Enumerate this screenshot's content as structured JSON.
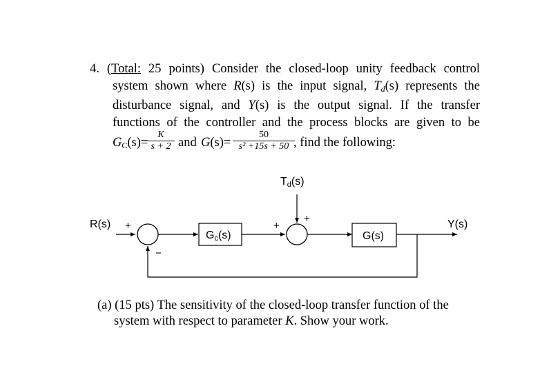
{
  "problem": {
    "number": "4.",
    "lines": [
      "(Total: 25 points) Consider the closed-loop unity feedback control",
      "system shown where R(s) is the input signal, Td(s) represents the",
      "disturbance signal, and Y(s) is the output signal. If the transfer",
      "functions of the controller and the process blocks are given to be"
    ],
    "total_prefix": "(",
    "total_underlined": "Total:",
    "total_suffix": " 25 points) Consider the closed-loop unity feedback control",
    "line2_a": "system shown where ",
    "line2_R": "R",
    "line2_s1": "(s)",
    "line2_b": " is the input signal, ",
    "line2_T": "T",
    "line2_d": "d",
    "line2_s2": "(s)",
    "line2_c": " represents the",
    "line3_a": "disturbance signal, and ",
    "line3_Y": "Y",
    "line3_s": "(s)",
    "line3_b": " is the output signal. If the transfer",
    "line4": "functions of the controller and the process blocks are given to be"
  },
  "formula": {
    "gc_lhs": "G",
    "gc_sub": "C",
    "gc_arg": "(s)=",
    "gc_num": "K",
    "gc_den": "s + 2",
    "and": "and",
    "g_lhs": "G(s)=",
    "g_num": "50",
    "g_den": "s² +15s + 50",
    "tail": ", find the following:"
  },
  "diagram": {
    "input_label": "R(s)",
    "output_label": "Y(s)",
    "disturbance_label": "Td(s)",
    "controller_label": "Gc(s)",
    "plant_label": "G(s)",
    "sum1_plus": "+",
    "sum1_minus": "−",
    "sum2_plus_left": "+",
    "sum2_plus_top": "+"
  },
  "part_a": {
    "lines": [
      "(a) (15 pts) The sensitivity of the closed-loop transfer function of the",
      "system with respect to parameter K . Show your work."
    ],
    "line1": "(a) (15 pts) The sensitivity of the closed-loop transfer function of the",
    "line2_a": "system with respect to parameter ",
    "line2_K": "K",
    "line2_b": ". Show your work."
  }
}
